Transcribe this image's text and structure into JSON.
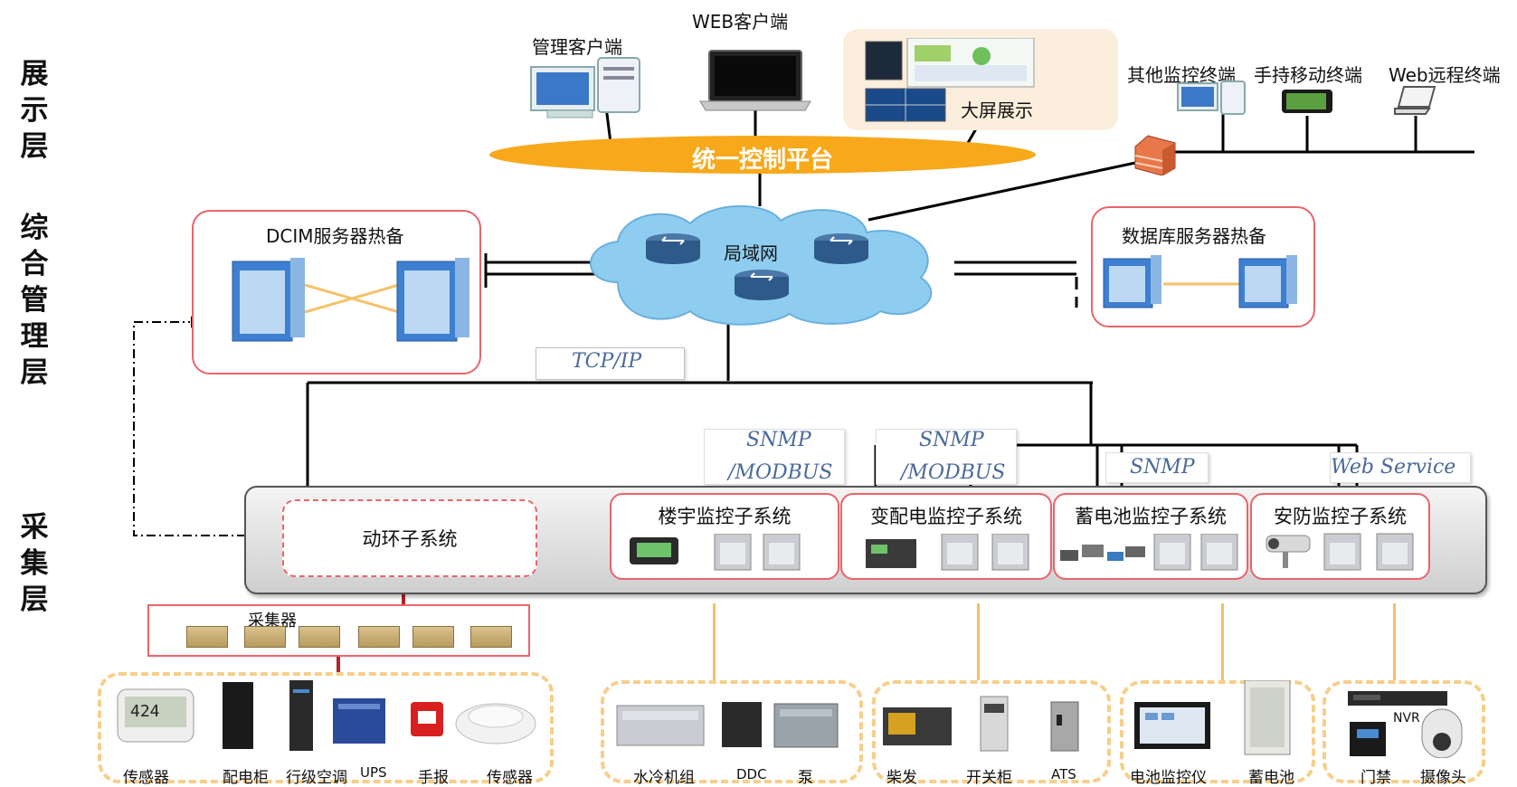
{
  "layers": {
    "display": "展\n示\n层",
    "management": "综\n合\n管\n理\n层",
    "collection": "采\n集\n层"
  },
  "display": {
    "mgmt_client": "管理客户端",
    "web_client": "WEB客户端",
    "big_screen": "大屏展示",
    "other_terminal": "其他监控终端",
    "mobile_terminal": "手持移动终端",
    "web_remote": "Web远程终端",
    "platform": "统一控制平台"
  },
  "management": {
    "dcim": "DCIM服务器热备",
    "lan": "局域网",
    "db": "数据库服务器热备",
    "tcpip": "TCP/IP"
  },
  "protocols": {
    "p1_line1": "SNMP",
    "p1_line2": "/MODBUS",
    "p2_line1": "SNMP",
    "p2_line2": "/MODBUS",
    "p3": "SNMP",
    "p4": "Web Service"
  },
  "subsystems": {
    "env": "动环子系统",
    "building": "楼宇监控子系统",
    "power": "变配电监控子系统",
    "battery": "蓄电池监控子系统",
    "security": "安防监控子系统"
  },
  "collector": "采集器",
  "devices": {
    "group1": [
      "传感器",
      "配电柜",
      "行级空调",
      "UPS",
      "手报",
      "传感器"
    ],
    "group2": [
      "水冷机组",
      "DDC",
      "泵"
    ],
    "group3": [
      "柴发",
      "开关柜",
      "ATS"
    ],
    "group4": [
      "电池监控仪",
      "蓄电池"
    ],
    "group5": [
      "门禁",
      "摄像头"
    ],
    "nvr": "NVR"
  },
  "colors": {
    "platform_orange": "#f7a81b",
    "red_border": "#e8656b",
    "dashed_yellow": "#f6cf8a",
    "cloud_blue": "#8fcdf0",
    "protocol_text": "#4a6a9a"
  }
}
